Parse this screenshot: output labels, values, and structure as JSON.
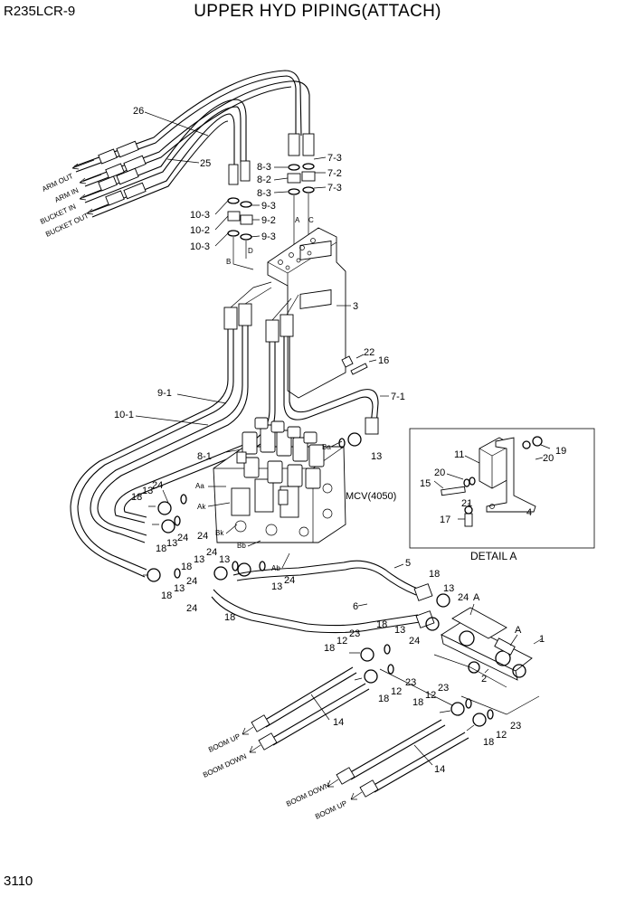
{
  "header": {
    "model": "R235LCR-9",
    "title": "UPPER HYD PIPING(ATTACH)"
  },
  "footer": {
    "page_number": "3110"
  },
  "port_labels": {
    "arm_out": "ARM OUT",
    "arm_in": "ARM IN",
    "bucket_in": "BUCKET IN",
    "bucket_out": "BUCKET OUT",
    "boom_up_left": "BOOM UP",
    "boom_down_left": "BOOM DOWN",
    "boom_down_right": "BOOM DOWN",
    "boom_up_right": "BOOM UP"
  },
  "valve_ports": {
    "aa": "Aa",
    "ak": "Ak",
    "bk": "Bk",
    "bb": "Bb",
    "ab": "Ab",
    "ba": "Ba"
  },
  "view_marks": {
    "a_top": "A",
    "c_top": "C",
    "b_top": "B",
    "d_top": "D",
    "a_mid": "A",
    "a_right": "A"
  },
  "mcv_label": "MCV(4050)",
  "detail_caption": "DETAIL A",
  "callouts": {
    "c26": "26",
    "c25": "25",
    "c8_3a": "8-3",
    "c8_2": "8-2",
    "c8_3b": "8-3",
    "c7_3a": "7-3",
    "c7_2": "7-2",
    "c7_3b": "7-3",
    "c10_3a": "10-3",
    "c10_2": "10-2",
    "c10_3b": "10-3",
    "c9_3a": "9-3",
    "c9_2": "9-2",
    "c9_3b": "9-3",
    "c3": "3",
    "c22": "22",
    "c16": "16",
    "c9_1": "9-1",
    "c10_1": "10-1",
    "c7_1": "7-1",
    "c8_1": "8-1",
    "c18a": "18",
    "c24a": "24",
    "c13a": "13",
    "c18b": "18",
    "c13b": "13",
    "c24b": "24",
    "c18c": "18",
    "c13c": "13",
    "c24c": "24",
    "c18d": "18",
    "c13d": "13",
    "c24d": "24",
    "c13e": "13",
    "c24e": "24",
    "c18f": "18",
    "c13f": "13",
    "c24f": "24",
    "c18g": "18",
    "c13g": "13",
    "c24g": "24",
    "c18h": "18",
    "c11": "11",
    "c19": "19",
    "c20a": "20",
    "c20b": "20",
    "c15": "15",
    "c21": "21",
    "c17": "17",
    "c4": "4",
    "c5": "5",
    "c6": "6",
    "c18i": "18",
    "c13i": "13",
    "c24i": "24",
    "c18j": "18",
    "c13j": "13",
    "c24j": "24",
    "c1": "1",
    "c2": "2",
    "c18k": "18",
    "c12a": "12",
    "c23a": "23",
    "c23b": "23",
    "c12b": "12",
    "c18l": "18",
    "c18m": "18",
    "c12c": "12",
    "c23c": "23",
    "c23d": "23",
    "c12d": "12",
    "c18n": "18",
    "c14a": "14",
    "c14b": "14"
  }
}
